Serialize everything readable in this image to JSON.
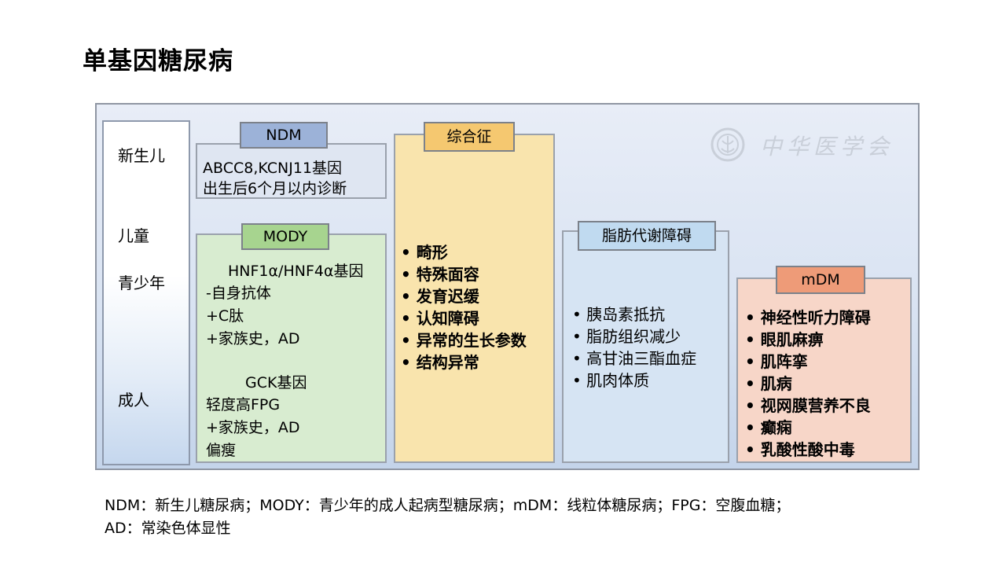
{
  "title": "单基因糖尿病",
  "age_groups": {
    "newborn": "新生儿",
    "child": "儿童",
    "adolescent": "青少年",
    "adult": "成人"
  },
  "ndm": {
    "tag": "NDM",
    "lines": [
      "ABCC8,KCNJ11基因",
      "出生后6个月以内诊断"
    ]
  },
  "mody": {
    "tag": "MODY",
    "lines": [
      "HNF1α/HNF4α基因",
      "-自身抗体",
      "+C肽",
      "+家族史，AD",
      "GCK基因",
      "轻度高FPG",
      "+家族史，AD",
      "偏瘦"
    ]
  },
  "syndrome": {
    "tag": "综合征",
    "items": [
      "畸形",
      "特殊面容",
      "发育迟缓",
      "认知障碍",
      "异常的生长参数",
      "结构异常"
    ]
  },
  "lipid": {
    "tag": "脂肪代谢障碍",
    "items": [
      "胰岛素抵抗",
      "脂肪组织减少",
      "高甘油三酯血症",
      "肌肉体质"
    ]
  },
  "mdm": {
    "tag": "mDM",
    "items": [
      "神经性听力障碍",
      "眼肌麻痹",
      "肌阵挛",
      "肌病",
      "视网膜营养不良",
      "癫痫",
      "乳酸性酸中毒"
    ]
  },
  "bullet": "•",
  "watermark": "中华医学会",
  "footnote": {
    "line1": "NDM：新生儿糖尿病；MODY：青少年的成人起病型糖尿病；mDM：线粒体糖尿病；FPG：空腹血糖；",
    "line2": "AD：常染色体显性"
  }
}
